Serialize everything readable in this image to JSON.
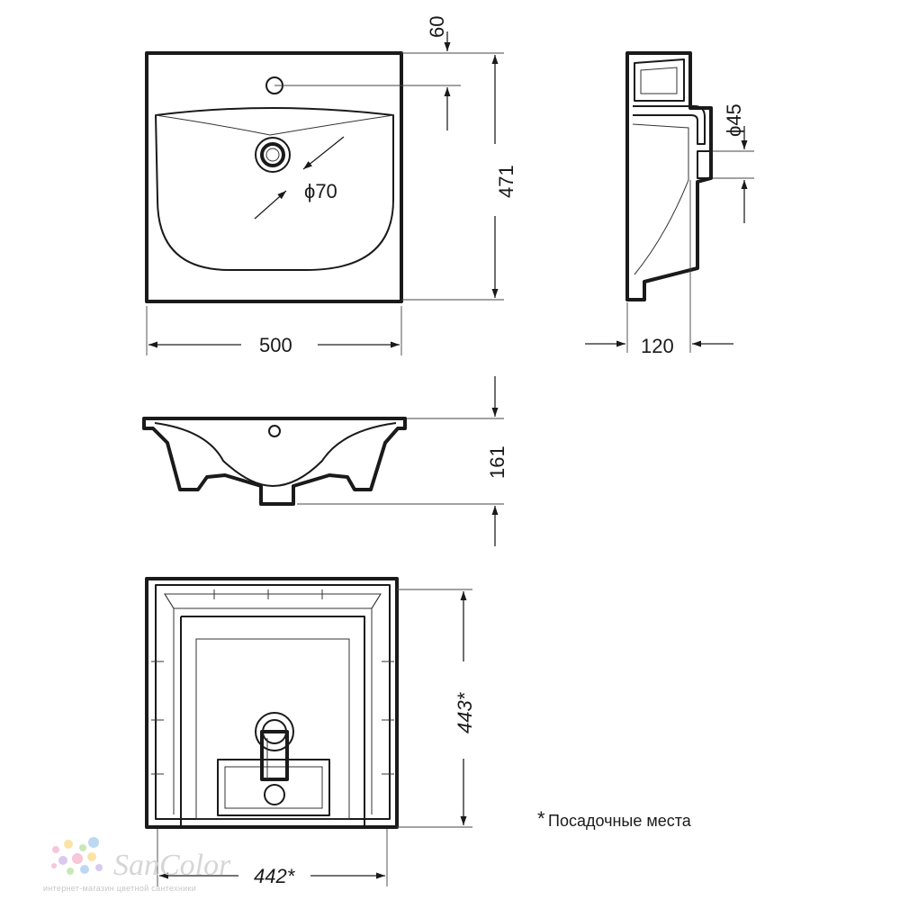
{
  "dimensions": {
    "width": "500",
    "height": "471",
    "tap_offset": "60",
    "drain_diameter": "ϕ70",
    "side_depth": "120",
    "overflow_diameter": "ϕ45",
    "front_height": "161",
    "mount_depth": "443*",
    "mount_width": "442*"
  },
  "note": {
    "star": "*",
    "text": "Посадочные места"
  },
  "watermark": {
    "brand": "SanColor",
    "tagline": "интернет-магазин цветной сантехники",
    "dot_colors": [
      "#f7c6d9",
      "#fbe3a6",
      "#c9e8b8",
      "#bcd8f2",
      "#d9c8ef"
    ]
  }
}
